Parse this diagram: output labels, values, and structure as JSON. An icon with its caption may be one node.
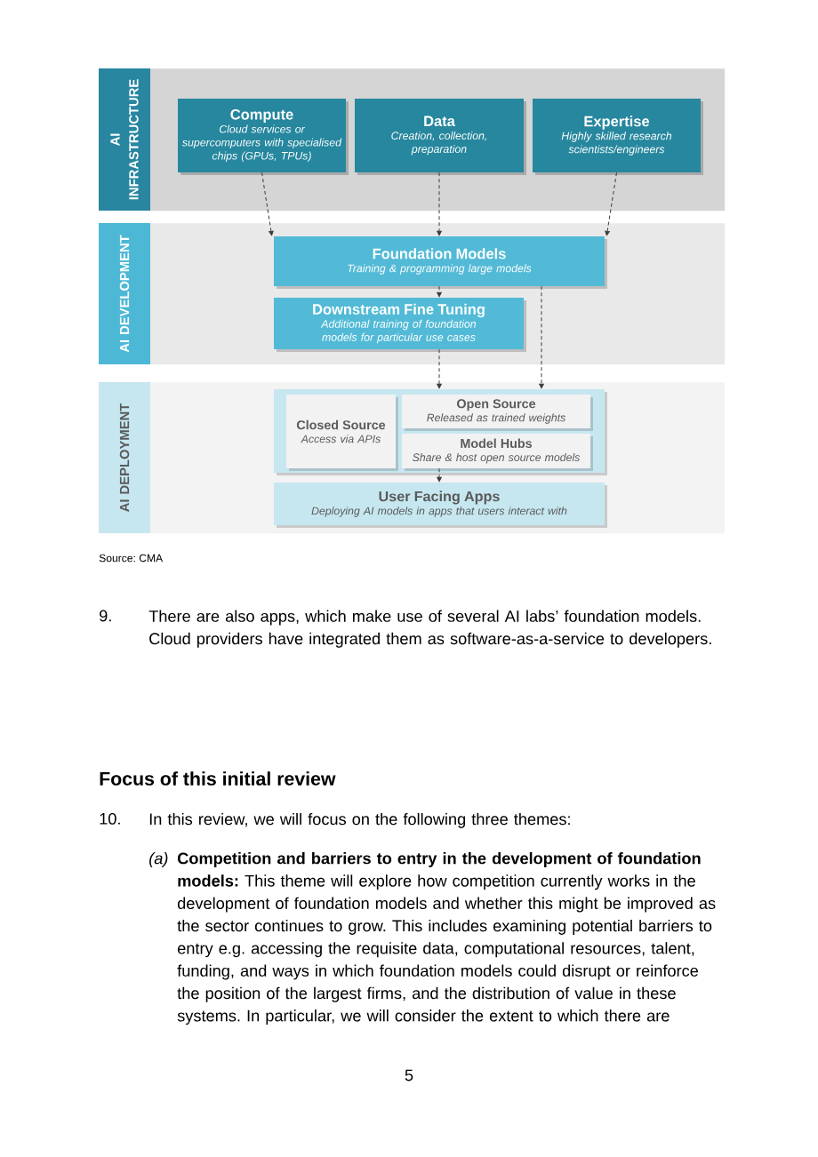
{
  "diagram": {
    "nodes": [
      {
        "text": [
          "AI INFRASTRUCTURE"
        ]
      },
      {
        "text": [
          "Compute",
          "Cloud services or supercomputers with specialised chips (GPUs, TPUs)"
        ],
        "in": 0
      },
      {
        "text": [
          "Data",
          "Creation, collection, preparation"
        ],
        "in": 0
      },
      {
        "text": [
          "Expertise",
          "Highly skilled research scientists/engineers"
        ],
        "in": 0
      },
      {
        "text": [
          "AI DEVELOPMENT"
        ]
      },
      {
        "text": [
          "Foundation Models",
          "Training & programming large models"
        ],
        "in": 4
      },
      {
        "text": [
          "Downstream Fine Tuning",
          "Additional training of foundation models for particular use cases"
        ],
        "in": 4
      },
      {
        "text": [
          "AI DEPLOYMENT"
        ]
      },
      {
        "text": [],
        "shape": "box",
        "in": 7
      },
      {
        "text": [
          "Closed Source",
          "Access via APIs"
        ],
        "in": 8
      },
      {
        "text": [
          "Open Source",
          "Released as trained weights"
        ],
        "in": 8
      },
      {
        "text": [
          "Model Hubs",
          "Share & host open source models"
        ],
        "in": 8
      },
      {
        "text": [
          "User Facing Apps",
          "Deploying AI models in apps that users interact with"
        ],
        "in": 7
      }
    ],
    "edges": [
      {
        "from": 1,
        "to": 5,
        "arrow": "to",
        "style": "dashed"
      },
      {
        "from": 2,
        "to": 5,
        "arrow": "to",
        "style": "dashed"
      },
      {
        "from": 3,
        "to": 5,
        "arrow": "to",
        "style": "dashed"
      },
      {
        "from": 5,
        "to": 6,
        "arrow": "to",
        "style": "dashed"
      },
      {
        "from": 6,
        "to": 8,
        "arrow": "to",
        "style": "dashed"
      },
      {
        "from": 5,
        "to": 8,
        "arrow": "to",
        "style": "dashed"
      },
      {
        "from": 11,
        "to": 12,
        "arrow": "to",
        "style": "dashed"
      }
    ],
    "labels": [
      "Source: CMA",
      "9.",
      "There are also apps, which make use of several AI labs’ foundation models. Cloud providers have integrated them as software-as-a-service to developers.",
      "Focus of this initial review",
      "10.",
      "In this review, we will focus on the following three themes:",
      "(a)",
      "**Competition and barriers to entry in the development of foundation models:** This theme will explore how competition currently works in the development of foundation models and whether this might be improved as the sector continues to grow. This includes examining potential barriers to entry e.g. accessing the requisite data, computational resources, talent, funding, and ways in which foundation models could disrupt or reinforce the position of the largest firms, and the distribution of value in these systems. In particular, we will consider the extent to which there are",
      "5"
    ]
  }
}
